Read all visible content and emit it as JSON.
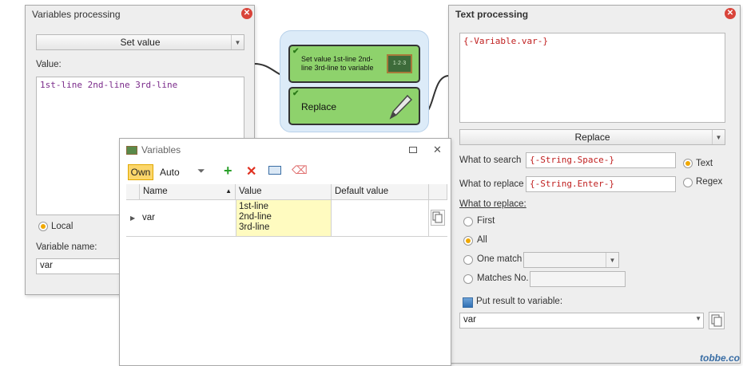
{
  "vp": {
    "title": "Variables processing",
    "action": "Set value",
    "value_label": "Value:",
    "value_text": "1st-line 2nd-line 3rd-line",
    "scope_local": "Local",
    "varname_label": "Variable name:",
    "varname_value": "var"
  },
  "flow": {
    "node1": "Set value 1st-line 2nd-line 3rd-line to variable",
    "node2": "Replace"
  },
  "vars": {
    "title": "Variables",
    "tab_own": "Own",
    "tab_auto": "Auto",
    "col_name": "Name",
    "col_value": "Value",
    "col_default": "Default value",
    "rows": [
      {
        "name": "var",
        "value_lines": [
          "1st-line",
          "2nd-line",
          "3rd-line"
        ],
        "default": ""
      }
    ]
  },
  "tp": {
    "title": "Text processing",
    "text": "{-Variable.var-}",
    "action": "Replace",
    "search_label": "What to search",
    "search_value": "{-String.Space-}",
    "replace_label": "What to replace",
    "replace_value": "{-String.Enter-}",
    "mode_text": "Text",
    "mode_regex": "Regex",
    "what_replace_label": "What to replace:",
    "opt_first": "First",
    "opt_all": "All",
    "opt_one": "One match",
    "opt_matches": "Matches No.",
    "put_result_label": "Put result to variable:",
    "result_var": "var"
  },
  "watermark": "tobbe.co"
}
